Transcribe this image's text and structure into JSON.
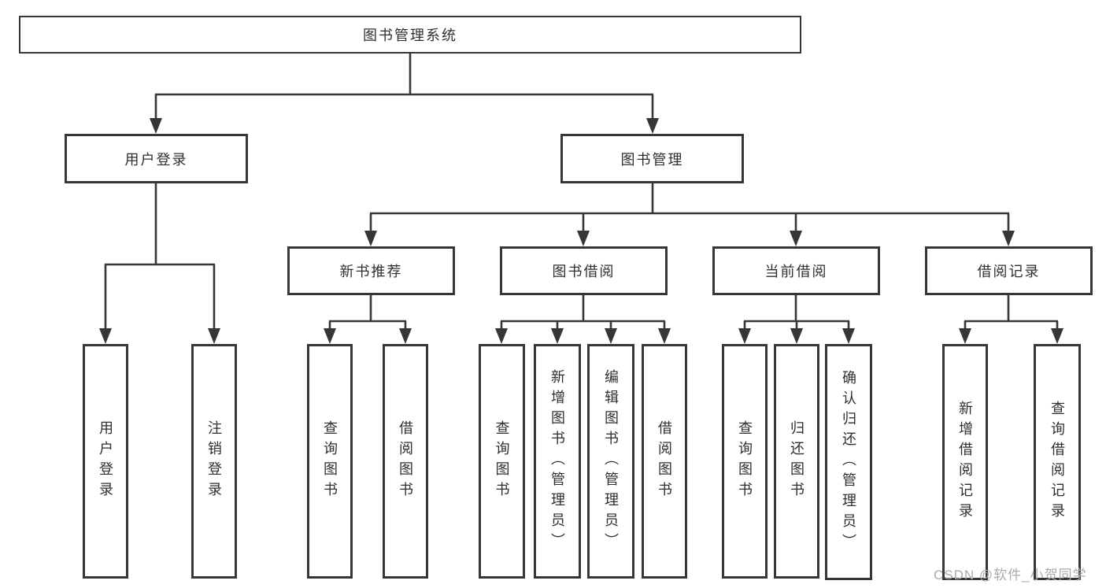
{
  "diagram_title": "图书管理系统",
  "watermark": "CSDN @软件_小贺同学",
  "colors": {
    "line": "#363636",
    "box_background": "#ffffff",
    "text": "#2f2f2f",
    "watermark": "#ababab"
  },
  "tree": {
    "label": "图书管理系统",
    "children": [
      {
        "label": "用户登录",
        "children": [
          {
            "label": "用户登录"
          },
          {
            "label": "注销登录"
          }
        ]
      },
      {
        "label": "图书管理",
        "children": [
          {
            "label": "新书推荐",
            "children": [
              {
                "label": "查询图书"
              },
              {
                "label": "借阅图书"
              }
            ]
          },
          {
            "label": "图书借阅",
            "children": [
              {
                "label": "查询图书"
              },
              {
                "label": "新增图书（管理员）"
              },
              {
                "label": "编辑图书（管理员）"
              },
              {
                "label": "借阅图书"
              }
            ]
          },
          {
            "label": "当前借阅",
            "children": [
              {
                "label": "查询图书"
              },
              {
                "label": "归还图书"
              },
              {
                "label": "确认归还（管理员）"
              }
            ]
          },
          {
            "label": "借阅记录",
            "children": [
              {
                "label": "新增借阅记录"
              },
              {
                "label": "查询借阅记录"
              }
            ]
          }
        ]
      }
    ]
  }
}
